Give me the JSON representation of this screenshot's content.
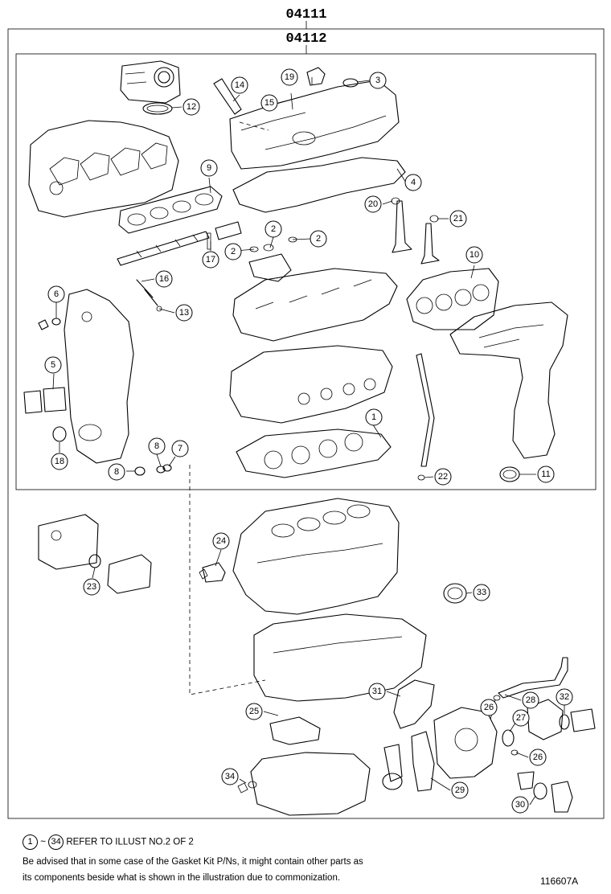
{
  "kits": {
    "outer_number": "04111",
    "inner_number": "04112"
  },
  "callouts": [
    {
      "num": "1"
    },
    {
      "num": "2"
    },
    {
      "num": "2"
    },
    {
      "num": "2"
    },
    {
      "num": "3"
    },
    {
      "num": "4"
    },
    {
      "num": "5"
    },
    {
      "num": "6"
    },
    {
      "num": "7"
    },
    {
      "num": "8"
    },
    {
      "num": "8"
    },
    {
      "num": "9"
    },
    {
      "num": "10"
    },
    {
      "num": "11"
    },
    {
      "num": "12"
    },
    {
      "num": "13"
    },
    {
      "num": "14"
    },
    {
      "num": "15"
    },
    {
      "num": "16"
    },
    {
      "num": "17"
    },
    {
      "num": "18"
    },
    {
      "num": "19"
    },
    {
      "num": "20"
    },
    {
      "num": "21"
    },
    {
      "num": "22"
    },
    {
      "num": "23"
    },
    {
      "num": "24"
    },
    {
      "num": "25"
    },
    {
      "num": "26"
    },
    {
      "num": "26"
    },
    {
      "num": "27"
    },
    {
      "num": "28"
    },
    {
      "num": "29"
    },
    {
      "num": "30"
    },
    {
      "num": "31"
    },
    {
      "num": "32"
    },
    {
      "num": "33"
    },
    {
      "num": "34"
    }
  ],
  "footer": {
    "range_start": "1",
    "range_sep": "~",
    "range_end": "34",
    "refer_text": "REFER TO ILLUST NO.2 OF 2",
    "advisory_line1": "Be advised that in some case of the Gasket Kit P/Ns,  it might contain other parts as",
    "advisory_line2": "its components beside what is shown in the illustration due to commonization.",
    "illustration_id": "116607A"
  }
}
